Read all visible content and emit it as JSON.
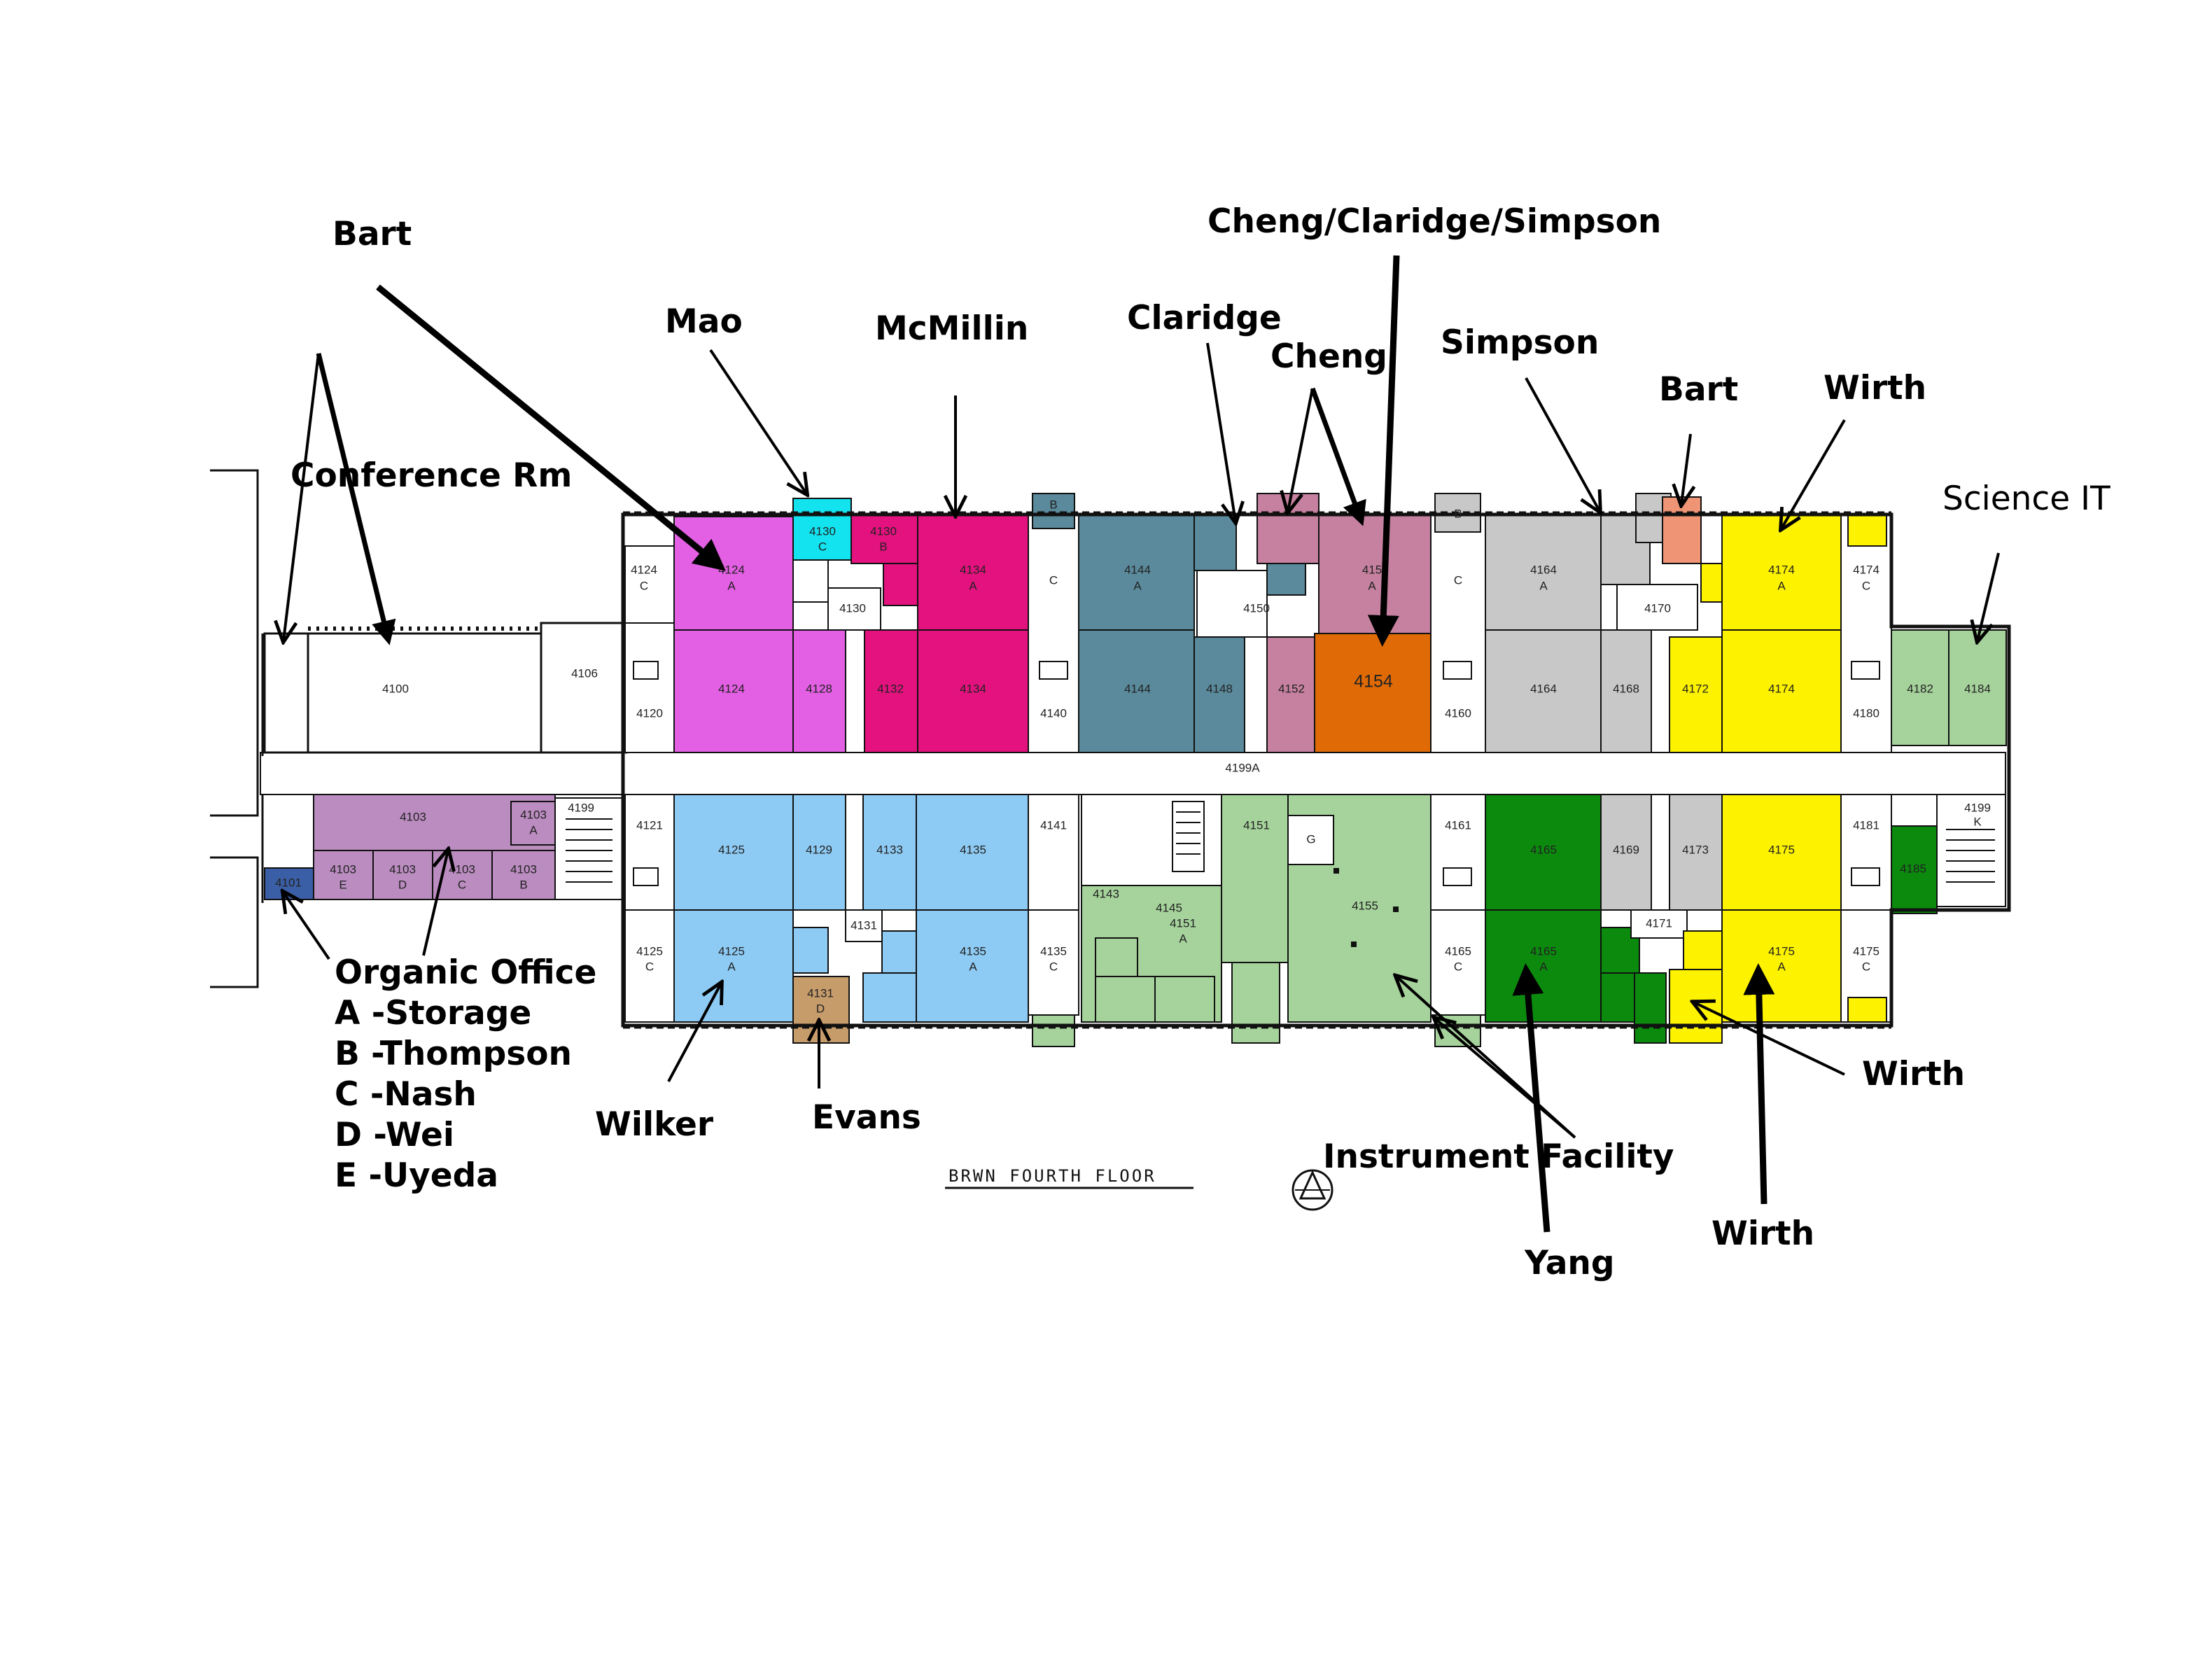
{
  "title": "BRWN FOURTH FLOOR",
  "colors": {
    "magenta": "#e35fe3",
    "cyan": "#13e3ef",
    "pink": "#e4127f",
    "teal": "#5a8a9b",
    "mauve": "#c5819f",
    "orange": "#e06b06",
    "gray": "#c8c8c8",
    "salmon": "#ef9575",
    "yellow": "#fdf200",
    "lightgreen": "#a6d39c",
    "lightblue": "#8ecbf4",
    "purple": "#bb8cc0",
    "navy": "#3b5fa7",
    "tan": "#c79c6b",
    "green": "#0b8a0e",
    "corridor": "#ffffff"
  },
  "rooms": {
    "r4124a": "4124",
    "r4124a_sub": "A",
    "r4124": "4124",
    "r4124c": "4124",
    "r4124c_sub": "C",
    "r4128": "4128",
    "r4130c": "4130",
    "r4130c_sub": "C",
    "r4130b": "4130",
    "r4130b_sub": "B",
    "r4130": "4130",
    "r4132": "4132",
    "r4134a": "4134",
    "r4134a_sub": "A",
    "r4134": "4134",
    "r4140": "4140",
    "r4144a": "4144",
    "r4144a_sub": "A",
    "r4144": "4144",
    "r4148": "4148",
    "r4150": "4150",
    "r4152": "4152",
    "r4154": "4154",
    "r4154a": "415",
    "r4154a_sub": "A",
    "r4160": "4160",
    "r4164a": "4164",
    "r4164a_sub": "A",
    "r4164": "4164",
    "r4168": "4168",
    "r4170": "4170",
    "r4172": "4172",
    "r4174a": "4174",
    "r4174a_sub": "A",
    "r4174": "4174",
    "r4174c": "4174",
    "r4174c_sub": "C",
    "r4180": "4180",
    "r4182": "4182",
    "r4184": "4184",
    "r4100": "4100",
    "r4106": "4106",
    "r4120": "4120",
    "r4199a": "4199A",
    "r4103": "4103",
    "r4103a": "4103",
    "r4103a_sub": "A",
    "r4103e": "4103",
    "r4103e_sub": "E",
    "r4103d": "4103",
    "r4103d_sub": "D",
    "r4103c": "4103",
    "r4103c_sub": "C",
    "r4103b": "4103",
    "r4103b_sub": "B",
    "r4101": "4101",
    "r4199h": "4199",
    "r4121": "4121",
    "r4125": "4125",
    "r4125a": "4125",
    "r4125a_sub": "A",
    "r4125c": "4125",
    "r4125c_sub": "C",
    "r4129": "4129",
    "r4133": "4133",
    "r4135": "4135",
    "r4135a": "4135",
    "r4135a_sub": "A",
    "r4131": "4131",
    "r4131d": "4131",
    "r4131d_sub": "D",
    "r4141": "4141",
    "r4135c": "4135",
    "r4135c_sub": "C",
    "r4143": "4143",
    "r4145": "4145",
    "r4151": "4151",
    "r4151a": "4151",
    "r4151a_sub": "A",
    "r4155": "4155",
    "r4161": "4161",
    "r4165": "4165",
    "r4165a": "4165",
    "r4165a_sub": "A",
    "r4165c": "4165",
    "r4165c_sub": "C",
    "r4169": "4169",
    "r4173": "4173",
    "r4175": "4175",
    "r4175a": "4175",
    "r4175a_sub": "A",
    "r4175c": "4175",
    "r4175c_sub": "C",
    "r4171": "4171",
    "r4181": "4181",
    "r4185": "4185",
    "r4199k": "4199",
    "r4199k_sub": "K",
    "b_label": "B",
    "c_label": "C",
    "g_label": "G"
  },
  "callouts": {
    "bart_left": "Bart",
    "mao": "Mao",
    "mcmillin": "McMillin",
    "claridge": "Claridge",
    "cheng": "Cheng",
    "cheng_claridge_simpson": "Cheng/Claridge/Simpson",
    "simpson": "Simpson",
    "bart_right": "Bart",
    "wirth_top": "Wirth",
    "science_it": "Science IT",
    "conference_rm": "Conference Rm",
    "wilker": "Wilker",
    "evans": "Evans",
    "instrument_facility": "Instrument Facility",
    "yang": "Yang",
    "wirth_mid": "Wirth",
    "wirth_bottom": "Wirth"
  },
  "legend": {
    "heading": "Organic Office",
    "items": [
      "A -Storage",
      "B -Thompson",
      "C -Nash",
      "D -Wei",
      "E -Uyeda"
    ]
  }
}
